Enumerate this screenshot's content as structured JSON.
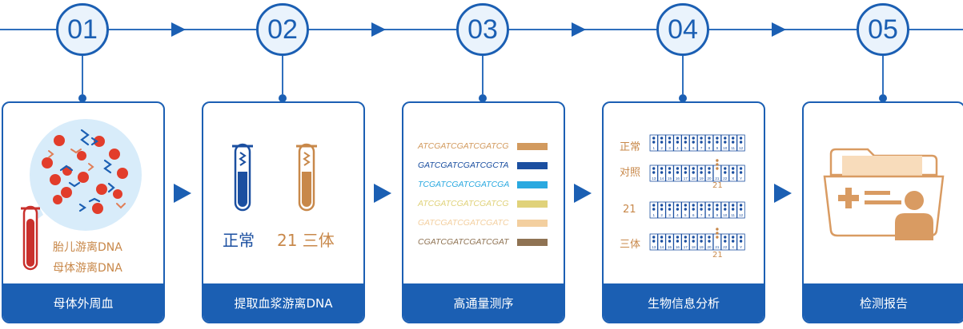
{
  "steps": [
    {
      "number": "01",
      "title": "母体外周血",
      "labels": {
        "fetal": "胎儿游离DNA",
        "maternal": "母体游离DNA"
      }
    },
    {
      "number": "02",
      "title": "提取血浆游离DNA",
      "labels": {
        "normal": "正常",
        "trisomy": "21 三体"
      }
    },
    {
      "number": "03",
      "title": "高通量测序",
      "sequences": [
        {
          "text": "ATCGATCGATCGATCG",
          "color": "#d29a5e"
        },
        {
          "text": "GATCGATCGATCGCTA",
          "color": "#1b4fa0"
        },
        {
          "text": "TCGATCGATCGATCGA",
          "color": "#2aa9e0"
        },
        {
          "text": "ATCGATCGATCGATCG",
          "color": "#e0d27a"
        },
        {
          "text": "GATCGATCGATCGATC",
          "color": "#f3cf9f"
        },
        {
          "text": "CGATCGATCGATCGAT",
          "color": "#8f7353"
        }
      ]
    },
    {
      "number": "04",
      "title": "生物信息分析",
      "karyotype": {
        "normal": "正常",
        "control": "对照",
        "n21": "21",
        "trisomy": "三体",
        "mark": "21",
        "row1_cells": [
          "1",
          "2",
          "3",
          "4",
          "5",
          "6",
          "7",
          "8",
          "9",
          "10",
          "11",
          "12"
        ],
        "row2_cells": [
          "13",
          "14",
          "15",
          "16",
          "17",
          "18",
          "19",
          "20",
          "21",
          "22",
          "X",
          "Y"
        ]
      }
    },
    {
      "number": "05",
      "title": "检测报告"
    }
  ],
  "colors": {
    "primary": "#1b5fb3",
    "accent": "#c8884a",
    "circle_fill": "#eaf3fc"
  }
}
